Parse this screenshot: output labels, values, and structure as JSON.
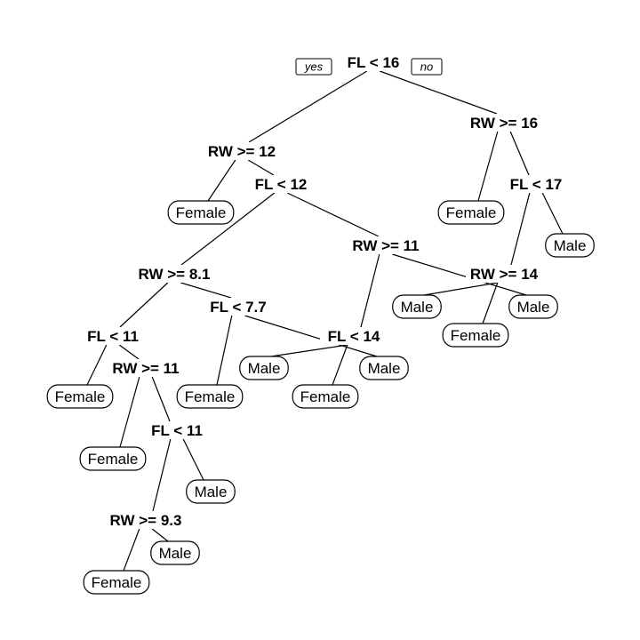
{
  "branch_labels": {
    "yes": "yes",
    "no": "no"
  },
  "nodes": [
    {
      "id": "n1",
      "type": "split",
      "label": "FL < 16"
    },
    {
      "id": "n2",
      "type": "split",
      "label": "RW >= 12"
    },
    {
      "id": "n3",
      "type": "split",
      "label": "RW >= 16"
    },
    {
      "id": "n4",
      "type": "leaf",
      "label": "Female"
    },
    {
      "id": "n5",
      "type": "split",
      "label": "FL < 12"
    },
    {
      "id": "n6",
      "type": "leaf",
      "label": "Female"
    },
    {
      "id": "n7",
      "type": "split",
      "label": "FL < 17"
    },
    {
      "id": "n8",
      "type": "leaf",
      "label": "Male"
    },
    {
      "id": "n9",
      "type": "split",
      "label": "RW >= 11"
    },
    {
      "id": "n10",
      "type": "split",
      "label": "RW >= 8.1"
    },
    {
      "id": "n11",
      "type": "split",
      "label": "RW >= 14"
    },
    {
      "id": "n12",
      "type": "leaf",
      "label": "Male"
    },
    {
      "id": "n13",
      "type": "leaf",
      "label": "Male"
    },
    {
      "id": "n14",
      "type": "leaf",
      "label": "Female"
    },
    {
      "id": "n15",
      "type": "split",
      "label": "FL < 11"
    },
    {
      "id": "n16",
      "type": "split",
      "label": "FL < 7.7"
    },
    {
      "id": "n17",
      "type": "split",
      "label": "FL < 14"
    },
    {
      "id": "n18",
      "type": "leaf",
      "label": "Male"
    },
    {
      "id": "n19",
      "type": "split",
      "label": "RW >= 11"
    },
    {
      "id": "n20",
      "type": "leaf",
      "label": "Male"
    },
    {
      "id": "n21",
      "type": "leaf",
      "label": "Female"
    },
    {
      "id": "n22",
      "type": "leaf",
      "label": "Female"
    },
    {
      "id": "n23",
      "type": "split",
      "label": "FL < 11"
    },
    {
      "id": "n24",
      "type": "leaf",
      "label": "Female"
    },
    {
      "id": "n25",
      "type": "leaf",
      "label": "Female"
    },
    {
      "id": "n26",
      "type": "leaf",
      "label": "Male"
    },
    {
      "id": "n27",
      "type": "split",
      "label": "RW >= 9.3"
    },
    {
      "id": "n28",
      "type": "leaf",
      "label": "Male"
    },
    {
      "id": "n29",
      "type": "leaf",
      "label": "Female"
    }
  ],
  "edges": [
    [
      "n1",
      "n2"
    ],
    [
      "n1",
      "n3"
    ],
    [
      "n2",
      "n4"
    ],
    [
      "n2",
      "n5"
    ],
    [
      "n3",
      "n6"
    ],
    [
      "n3",
      "n7"
    ],
    [
      "n5",
      "n10"
    ],
    [
      "n5",
      "n9"
    ],
    [
      "n7",
      "n11"
    ],
    [
      "n7",
      "n8"
    ],
    [
      "n9",
      "n17"
    ],
    [
      "n9",
      "n13"
    ],
    [
      "n10",
      "n15"
    ],
    [
      "n10",
      "n16"
    ],
    [
      "n11",
      "n14"
    ],
    [
      "n11",
      "n12"
    ],
    [
      "n15",
      "n21"
    ],
    [
      "n15",
      "n19"
    ],
    [
      "n16",
      "n22"
    ],
    [
      "n16",
      "n20"
    ],
    [
      "n17",
      "n24"
    ],
    [
      "n17",
      "n18"
    ],
    [
      "n19",
      "n25"
    ],
    [
      "n19",
      "n23"
    ],
    [
      "n23",
      "n27"
    ],
    [
      "n23",
      "n26"
    ],
    [
      "n27",
      "n29"
    ],
    [
      "n27",
      "n28"
    ]
  ]
}
